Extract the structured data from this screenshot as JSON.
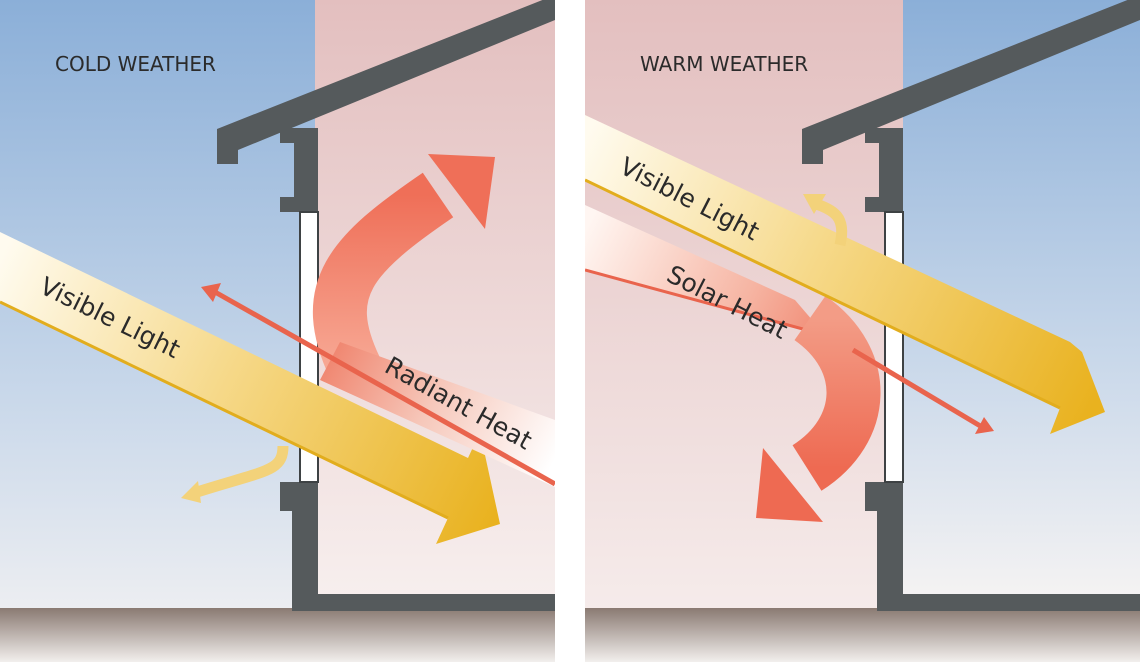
{
  "cold": {
    "title": "COLD WEATHER",
    "labels": {
      "visible_light": "Visible Light",
      "radiant_heat": "Radiant Heat"
    }
  },
  "warm": {
    "title": "WARM WEATHER",
    "labels": {
      "visible_light": "Visible Light",
      "solar_heat": "Solar Heat"
    }
  },
  "colors": {
    "sky_cold": "#8fb0d8",
    "interior_warm": "#e6c3c1",
    "wall": "#555a5c",
    "light_arrow": "#eab52a",
    "heat_arrow": "#ee6a52",
    "ground": "#8e7e74"
  }
}
